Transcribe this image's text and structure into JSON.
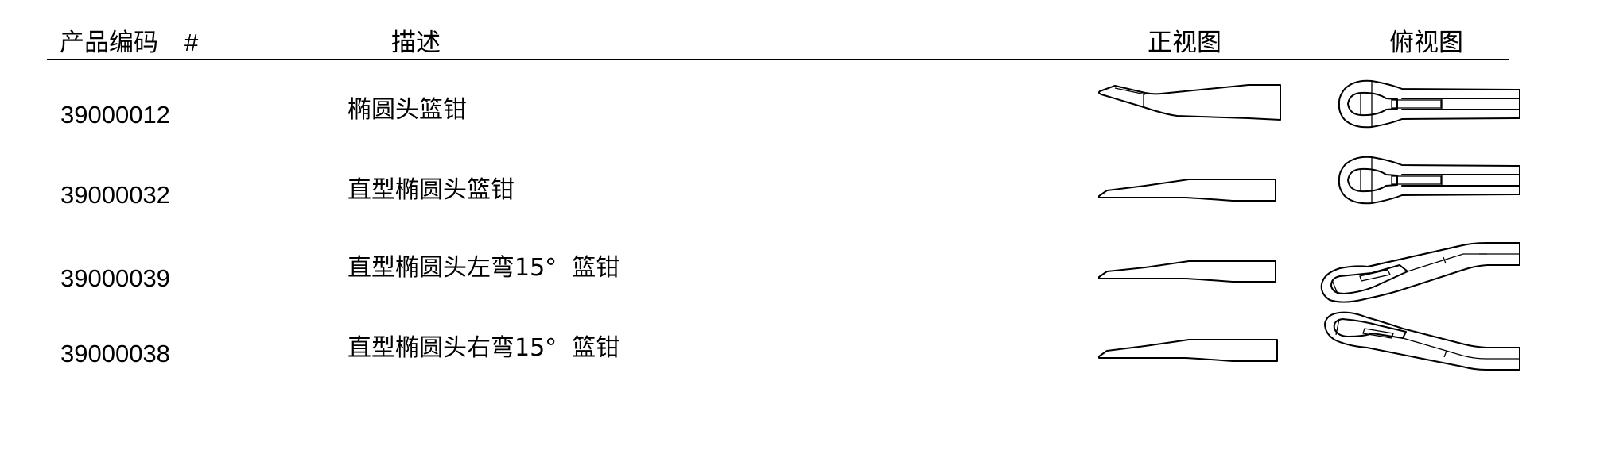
{
  "table": {
    "headers": {
      "code": "产品编码",
      "hash": "#",
      "description": "描述",
      "front_view": "正视图",
      "top_view": "俯视图"
    },
    "rows": [
      {
        "code": "39000012",
        "description": "椭圆头篮钳",
        "front_view_icon": "curved-oval-jaw-front-drawing",
        "top_view_icon": "oval-jaw-straight-top-drawing"
      },
      {
        "code": "39000032",
        "description": "直型椭圆头篮钳",
        "front_view_icon": "straight-oval-jaw-front-drawing",
        "top_view_icon": "oval-jaw-straight-top-drawing"
      },
      {
        "code": "39000039",
        "description": "直型椭圆头左弯15°  篮钳",
        "front_view_icon": "straight-oval-jaw-front-drawing",
        "top_view_icon": "oval-jaw-left-bend-15-top-drawing"
      },
      {
        "code": "39000038",
        "description": "直型椭圆头右弯15°  篮钳",
        "front_view_icon": "straight-oval-jaw-front-drawing",
        "top_view_icon": "oval-jaw-right-bend-15-top-drawing"
      }
    ]
  },
  "colors": {
    "text": "#000000",
    "background": "#ffffff",
    "rule": "#000000"
  }
}
